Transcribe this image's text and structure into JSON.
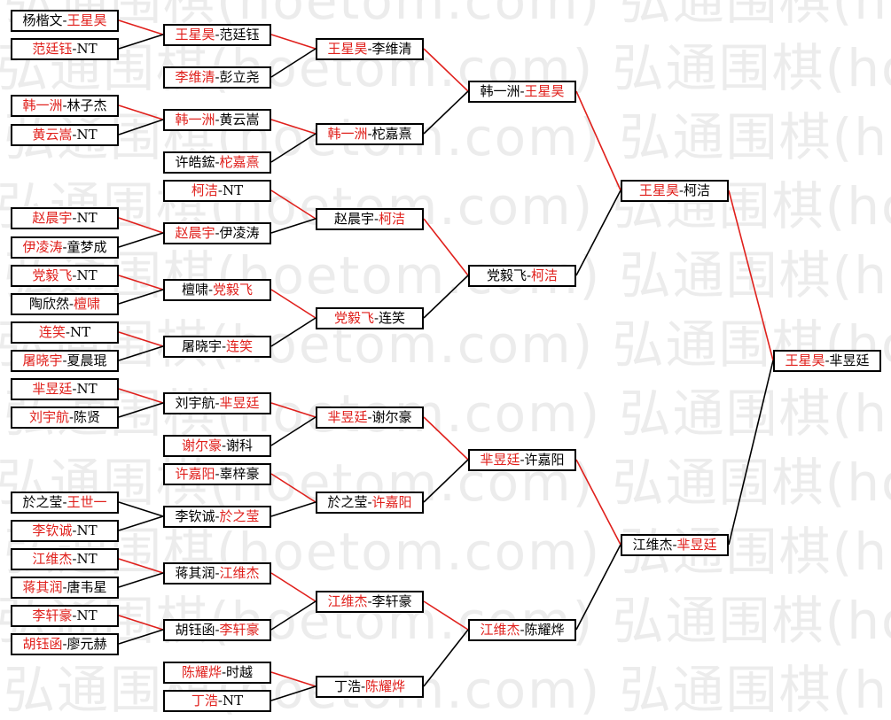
{
  "watermark": "弘通围棋(hoetom.com)",
  "colors": {
    "winner": "#e0201c",
    "line_winner": "#e0201c",
    "line_loser": "#000000",
    "text": "#000000"
  },
  "matches": {
    "r1": [
      {
        "p1": "杨楷文",
        "p2": "王星昊",
        "winner": 2
      },
      {
        "p1": "范廷钰",
        "p2": "NT",
        "winner": 1
      },
      {
        "p1": "韩一洲",
        "p2": "林子杰",
        "winner": 1
      },
      {
        "p1": "黄云嵩",
        "p2": "NT",
        "winner": 1
      },
      {
        "p1": "赵晨宇",
        "p2": "NT",
        "winner": 1
      },
      {
        "p1": "伊凌涛",
        "p2": "童梦成",
        "winner": 1
      },
      {
        "p1": "党毅飞",
        "p2": "NT",
        "winner": 1
      },
      {
        "p1": "陶欣然",
        "p2": "檀啸",
        "winner": 2
      },
      {
        "p1": "连笑",
        "p2": "NT",
        "winner": 1
      },
      {
        "p1": "屠晓宇",
        "p2": "夏晨琨",
        "winner": 1
      },
      {
        "p1": "芈昱廷",
        "p2": "NT",
        "winner": 1
      },
      {
        "p1": "刘宇航",
        "p2": "陈贤",
        "winner": 1
      },
      {
        "p1": "於之莹",
        "p2": "王世一",
        "winner": 2
      },
      {
        "p1": "李钦诚",
        "p2": "NT",
        "winner": 1
      },
      {
        "p1": "江维杰",
        "p2": "NT",
        "winner": 1
      },
      {
        "p1": "蒋其润",
        "p2": "唐韦星",
        "winner": 1
      },
      {
        "p1": "李轩豪",
        "p2": "NT",
        "winner": 1
      },
      {
        "p1": "胡钰函",
        "p2": "廖元赫",
        "winner": 1
      }
    ],
    "r2": [
      {
        "p1": "王星昊",
        "p2": "范廷钰",
        "winner": 1
      },
      {
        "p1": "李维清",
        "p2": "彭立尧",
        "winner": 1
      },
      {
        "p1": "韩一洲",
        "p2": "黄云嵩",
        "winner": 1
      },
      {
        "p1": "许皓鋐",
        "p2": "柁嘉熹",
        "winner": 2
      },
      {
        "p1": "柯洁",
        "p2": "NT",
        "winner": 1
      },
      {
        "p1": "赵晨宇",
        "p2": "伊凌涛",
        "winner": 1
      },
      {
        "p1": "檀啸",
        "p2": "党毅飞",
        "winner": 2
      },
      {
        "p1": "屠晓宇",
        "p2": "连笑",
        "winner": 2
      },
      {
        "p1": "刘宇航",
        "p2": "芈昱廷",
        "winner": 2
      },
      {
        "p1": "谢尔豪",
        "p2": "谢科",
        "winner": 1
      },
      {
        "p1": "许嘉阳",
        "p2": "辜梓豪",
        "winner": 1
      },
      {
        "p1": "李钦诚",
        "p2": "於之莹",
        "winner": 2
      },
      {
        "p1": "蒋其润",
        "p2": "江维杰",
        "winner": 2
      },
      {
        "p1": "胡钰函",
        "p2": "李轩豪",
        "winner": 2
      },
      {
        "p1": "陈耀烨",
        "p2": "时越",
        "winner": 1
      },
      {
        "p1": "丁浩",
        "p2": "NT",
        "winner": 1
      }
    ],
    "r3": [
      {
        "p1": "王星昊",
        "p2": "李维清",
        "winner": 1
      },
      {
        "p1": "韩一洲",
        "p2": "柁嘉熹",
        "winner": 1
      },
      {
        "p1": "赵晨宇",
        "p2": "柯洁",
        "winner": 2
      },
      {
        "p1": "党毅飞",
        "p2": "连笑",
        "winner": 1
      },
      {
        "p1": "芈昱廷",
        "p2": "谢尔豪",
        "winner": 1
      },
      {
        "p1": "於之莹",
        "p2": "许嘉阳",
        "winner": 2
      },
      {
        "p1": "江维杰",
        "p2": "李轩豪",
        "winner": 1
      },
      {
        "p1": "丁浩",
        "p2": "陈耀烨",
        "winner": 2
      }
    ],
    "r4": [
      {
        "p1": "韩一洲",
        "p2": "王星昊",
        "winner": 2
      },
      {
        "p1": "党毅飞",
        "p2": "柯洁",
        "winner": 2
      },
      {
        "p1": "芈昱廷",
        "p2": "许嘉阳",
        "winner": 1
      },
      {
        "p1": "江维杰",
        "p2": "陈耀烨",
        "winner": 1
      }
    ],
    "r5": [
      {
        "p1": "王星昊",
        "p2": "柯洁",
        "winner": 1
      },
      {
        "p1": "江维杰",
        "p2": "芈昱廷",
        "winner": 2
      }
    ],
    "r6": [
      {
        "p1": "王星昊",
        "p2": "芈昱廷",
        "winner": 1
      }
    ]
  }
}
